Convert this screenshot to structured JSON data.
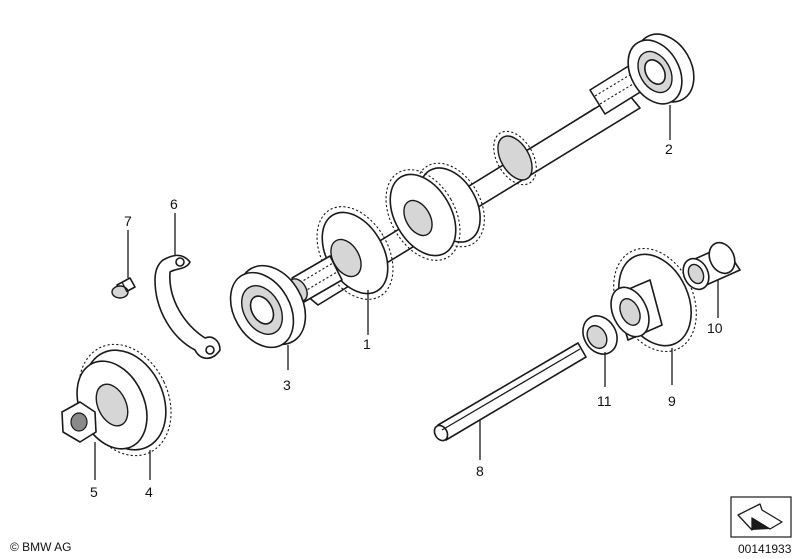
{
  "labels": {
    "l1": "1",
    "l2": "2",
    "l3": "3",
    "l4": "4",
    "l5": "5",
    "l6": "6",
    "l7": "7",
    "l8": "8",
    "l9": "9",
    "l10": "10",
    "l11": "11"
  },
  "footer": {
    "copyright": "© BMW AG",
    "code": "00141933"
  },
  "icons": {
    "nav": "arrow-corner-icon"
  }
}
